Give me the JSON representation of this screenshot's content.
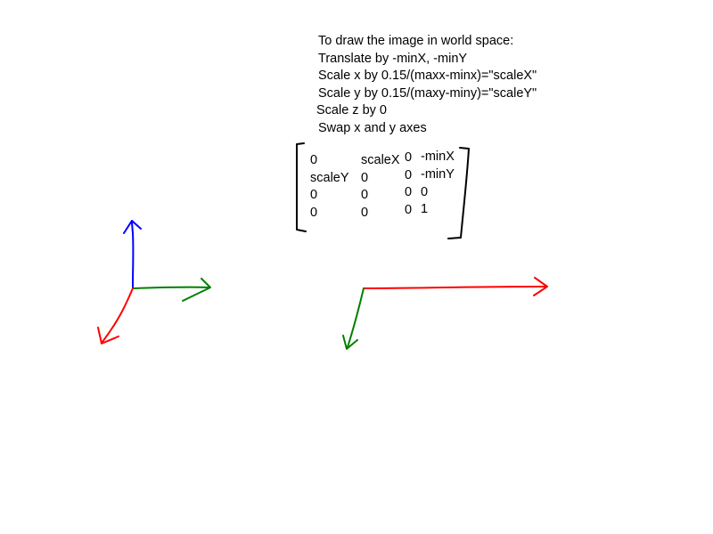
{
  "notes": {
    "line1": "To draw the image in world space:",
    "line2": "Translate by -minX, -minY",
    "line3": "Scale x by 0.15/(maxx-minx)=\"scaleX\"",
    "line4": "Scale y by 0.15/(maxy-miny)=\"scaleY\"",
    "line5": "Scale z by 0",
    "line6": "Swap x and y axes"
  },
  "matrix": {
    "r0": [
      "0",
      "scaleX",
      "0",
      "-minX"
    ],
    "r1": [
      "scaleY",
      "0",
      "0",
      "-minY"
    ],
    "r2": [
      "0",
      "0",
      "0",
      "0"
    ],
    "r3": [
      "0",
      "0",
      "0",
      "1"
    ]
  },
  "colors": {
    "x_axis": "#ff0000",
    "y_axis": "#008000",
    "z_axis": "#0000ff",
    "ink": "#000000"
  }
}
